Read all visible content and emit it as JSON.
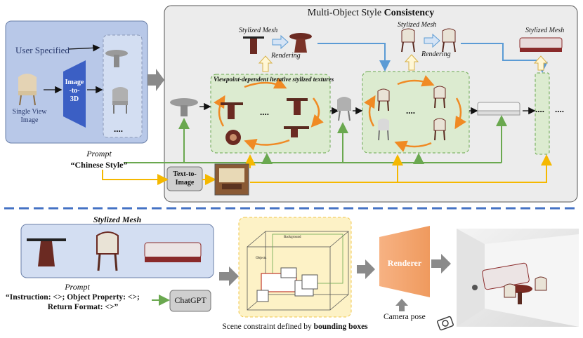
{
  "top": {
    "panel_title_normal": "Multi-Object Style ",
    "panel_title_bold": "Consistency",
    "user_specified": "User Specified",
    "single_view_image": "Single View\nImage",
    "image_to_3d": "Image\n-to-\n3D",
    "ellipsis": "....",
    "stylized_mesh_label": "Stylized Mesh",
    "rendering_label": "Rendering",
    "viewpoint_label": "Viewpoint-dependent iterative stylized textures",
    "prompt_label": "Prompt",
    "prompt_value": "“Chinese Style”",
    "text_to_image": "Text-to-\nImage"
  },
  "bottom": {
    "stylized_mesh_title": "Stylized Mesh",
    "prompt_label": "Prompt",
    "instruction_line1": "“Instruction: <>; Object Property: <>;",
    "instruction_line2": "Return Format: <>”",
    "chatgpt": "ChatGPT",
    "background_label": "Background",
    "objects_label": "Objects",
    "scene_caption_normal": "Scene constraint defined by ",
    "scene_caption_bold": "bounding boxes",
    "renderer": "Renderer",
    "camera_pose": "Camera pose"
  },
  "colors": {
    "blue_panel": "#b8c8e8",
    "gray_panel": "#ececec",
    "green_box": "#dcebd0",
    "yellow_box": "#fdf2c6",
    "renderer": "#f2a56e",
    "arrow_green": "#6aa84f",
    "arrow_yellow": "#f5b800",
    "arrow_blue": "#5b9bd5",
    "arrow_orange": "#f08a24",
    "divider": "#4472c4"
  }
}
